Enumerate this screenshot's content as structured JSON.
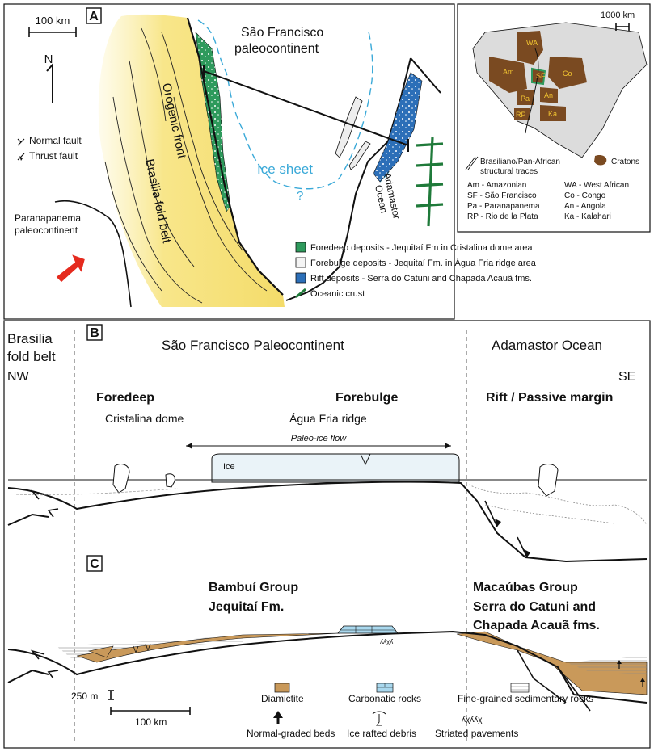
{
  "panel_a": {
    "letter": "A",
    "scale": "100 km",
    "north": "N",
    "sf_line1": "São Francisco",
    "sf_line2": "paleocontinent",
    "orogenic_front": "Orogenic front",
    "brasilia_belt": "Brasilia fold belt",
    "ice_sheet": "Ice sheet",
    "question": "?",
    "adamastor1": "Adamastor",
    "adamastor2": "Ocean",
    "parana1": "Paranapanema",
    "parana2": "paleocontinent",
    "legend_normal": "Normal fault",
    "legend_thrust": "Thrust fault",
    "legend_foredeep": "Foredeep deposits - Jequitaí Fm in Cristalina dome area",
    "legend_forebulge": "Forebulge deposits - Jequitaí Fm. in Água Fria ridge area",
    "legend_rift": "Rift deposits - Serra do Catuni and Chapada Acauã fms.",
    "legend_oceanic": "Oceanic crust",
    "colors": {
      "foredeep": "#2e9a5c",
      "rift": "#2c6fb8",
      "belt": "#f7e27a",
      "ice": "#3aa9d8",
      "craton": "#7a4a21"
    }
  },
  "inset": {
    "scale": "1000 km",
    "labels": [
      "WA",
      "Am",
      "SF",
      "Co",
      "An",
      "Pa",
      "RP",
      "Ka"
    ],
    "legend_traces1": "Brasiliano/Pan-African",
    "legend_traces2": "structural traces",
    "legend_cratons": "Cratons",
    "key": [
      "Am - Amazonian",
      "SF - São Francisco",
      "Pa - Paranapanema",
      "RP - Rio de la Plata",
      "WA - West African",
      "Co - Congo",
      "An - Angola",
      "Ka - Kalahari"
    ]
  },
  "panel_b": {
    "letter": "B",
    "brasilia1": "Brasilia",
    "brasilia2": "fold belt",
    "sf": "São Francisco Paleocontinent",
    "adamastor": "Adamastor Ocean",
    "nw": "NW",
    "se": "SE",
    "foredeep": "Foredeep",
    "cristalina": "Cristalina dome",
    "forebulge": "Forebulge",
    "agua_fria": "Água Fria ridge",
    "rift": "Rift / Passive margin",
    "ice_flow": "Paleo-ice flow",
    "ice": "Ice"
  },
  "panel_c": {
    "letter": "C",
    "bambui": "Bambuí Group",
    "jequitai": "Jequitaí Fm.",
    "macaubas": "Macaúbas Group",
    "serra1": "Serra do Catuni and",
    "serra2": "Chapada Acauã fms.",
    "vscale": "250 m",
    "hscale": "100 km",
    "legend_diamictite": "Diamictite",
    "legend_carbonatic": "Carbonatic rocks",
    "legend_fine": "Fine-grained sedimentary rocks",
    "legend_graded": "Normal-graded beds",
    "legend_ird": "Ice rafted debris",
    "legend_striated": "Striated pavements",
    "colors": {
      "diamictite": "#c9995a",
      "carbonatic": "#a9d8ee"
    }
  }
}
